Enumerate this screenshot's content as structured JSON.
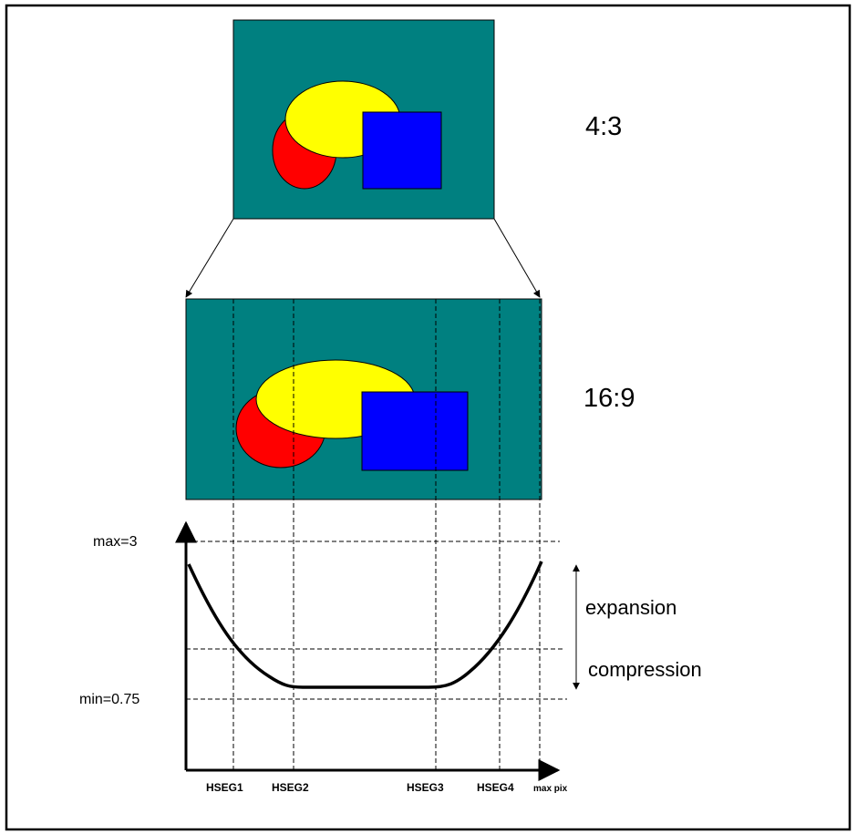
{
  "labels": {
    "ratio_top": "4:3",
    "ratio_bottom": "16:9",
    "max_label": "max=3",
    "min_label": "min=0.75",
    "expansion": "expansion",
    "compression": "compression"
  },
  "hseg": [
    "HSEG1",
    "HSEG2",
    "HSEG3",
    "HSEG4",
    "max pix"
  ],
  "colors": {
    "panel": "#008080",
    "ellipse_yellow": "#ffff00",
    "ellipse_red": "#ff0000",
    "square_blue": "#0000ff"
  }
}
